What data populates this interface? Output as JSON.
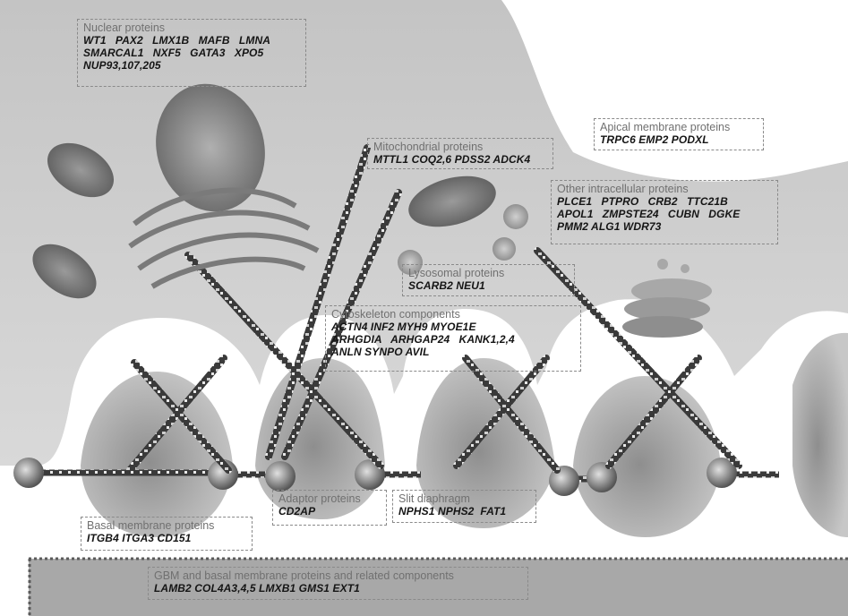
{
  "boxes": {
    "nuclear": {
      "title": "Nuclear proteins",
      "lines": [
        "WT1   PAX2   LMX1B   MAFB   LMNA",
        "SMARCAL1   NXF5   GATA3   XPO5",
        "NUP93,107,205"
      ]
    },
    "apical": {
      "title": "Apical membrane proteins",
      "lines": [
        "TRPC6 EMP2 PODXL"
      ]
    },
    "mito": {
      "title": "Mitochondrial proteins",
      "lines": [
        "MTTL1 COQ2,6 PDSS2 ADCK4"
      ]
    },
    "other": {
      "title": "Other intracellular proteins",
      "lines": [
        "PLCE1   PTPRO   CRB2   TTC21B",
        "APOL1   ZMPSTE24   CUBN   DGKE",
        "PMM2 ALG1 WDR73"
      ]
    },
    "lyso": {
      "title": "Lysosomal proteins",
      "lines": [
        "SCARB2 NEU1"
      ]
    },
    "cyto": {
      "title": "Cytoskeleton components",
      "lines": [
        "ACTN4 INF2 MYH9 MYOE1E",
        "ARHGDIA   ARHGAP24   KANK1,2,4",
        "ANLN SYNPO AVIL"
      ]
    },
    "adaptor": {
      "title": "Adaptor proteins",
      "lines": [
        "CD2AP"
      ]
    },
    "slit": {
      "title": "Slit diaphragm",
      "lines": [
        "NPHS1 NPHS2  FAT1"
      ]
    },
    "basal": {
      "title": "Basal membrane proteins",
      "lines": [
        "ITGB4 ITGA3 CD151"
      ]
    },
    "gbm": {
      "title": "GBM and basal membrane proteins and related components",
      "lines": [
        "LAMB2 COL4A3,4,5 LMXB1 GMS1 EXT1"
      ]
    }
  },
  "colors": {
    "cell_body": "#cfcfcf",
    "foot_process": "#bdbdbd",
    "gbm": "#a8a8a8",
    "filament": "#3c3c3c"
  }
}
